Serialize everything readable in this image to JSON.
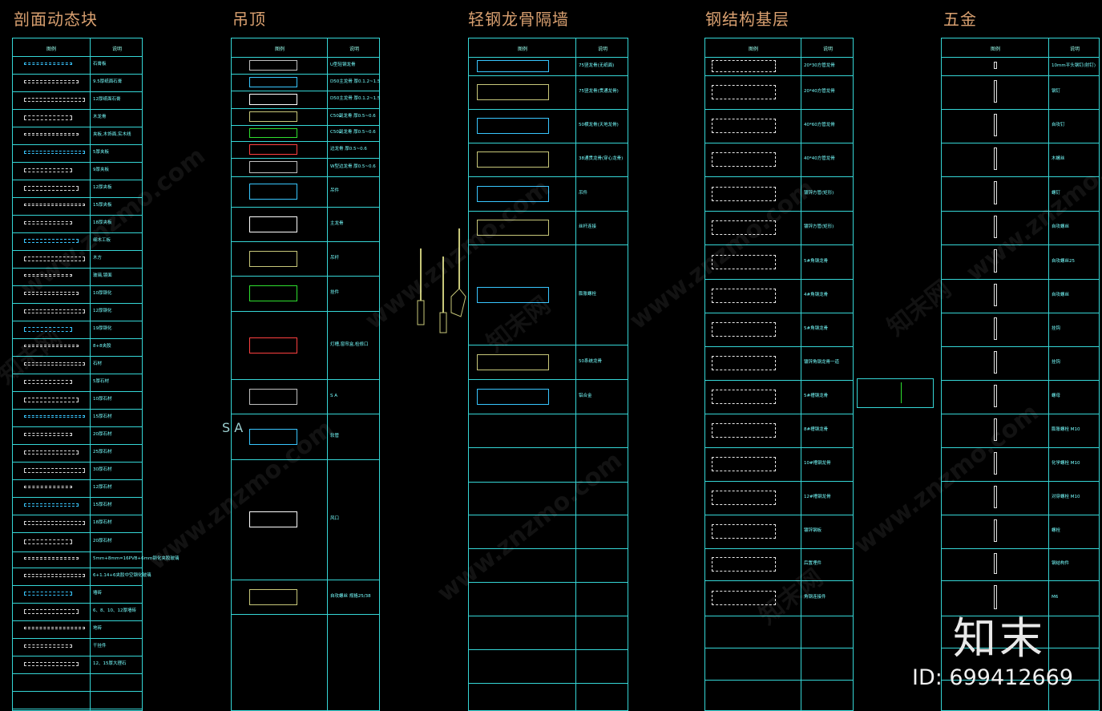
{
  "titles": [
    "剖面动态块",
    "吊顶",
    "轻钢龙骨隔墙",
    "钢结构基层",
    "五金"
  ],
  "col1": {
    "header": [
      "图例",
      "说明"
    ],
    "labels": [
      "石膏板",
      "9.5厚纸面石膏",
      "12厚纸面石膏",
      "木龙骨",
      "夹板,木饰面,实木线",
      "5厚夹板",
      "9厚夹板",
      "12厚夹板",
      "15厚夹板",
      "18厚夹板",
      "细木工板",
      "木方",
      "玻璃,镜面",
      "10厚钢化",
      "12厚钢化",
      "19厚钢化",
      "8+8夹胶",
      "石材",
      "5厚石材",
      "10厚石材",
      "15厚石材",
      "20厚石材",
      "25厚石材",
      "30厚石材",
      "12厚石材",
      "15厚石材",
      "18厚石材",
      "20厚石材",
      "5mm+8mm=16PVB+6mm钢化夹胶玻璃",
      "6+1.14+6夹胶中空钢化玻璃",
      "墙砖",
      "6、8、10、12厚墙砖",
      "地砖",
      "干挂件",
      "12、15厚大理石"
    ]
  },
  "col2": {
    "header": [
      "图例",
      "说明"
    ],
    "labels": [
      "U型轻钢龙骨",
      "D50主龙骨 厚0.1.2~1.5",
      "D50主龙骨 厚0.1.2~1.5",
      "C50副龙骨 厚0.5~0.6",
      "C50副龙骨 厚0.5~0.6",
      "边龙骨 厚0.5~0.6",
      "W型边龙骨 厚0.5~0.6",
      "吊件",
      "主龙骨",
      "吊杆",
      "挂件",
      "灯槽,窗帘盒,检修口",
      "S A",
      "软管",
      "风口",
      "自攻螺丝 规格25/38"
    ]
  },
  "col3": {
    "header": [
      "图例",
      "说明"
    ],
    "labels": [
      "75竖龙骨(无纸面)",
      "75竖龙骨(贯通龙骨)",
      "50横龙骨(天地龙骨)",
      "38通贯龙骨(穿心龙骨)",
      "吊件",
      "丝杆连接",
      "膨胀螺栓",
      "50系统龙骨",
      "铝合金"
    ]
  },
  "col4": {
    "header": [
      "图例",
      "说明"
    ],
    "labels": [
      "20*30方管龙骨",
      "20*40方管龙骨",
      "40*60方管龙骨",
      "40*40方管龙骨",
      "镀锌方管(矩形)",
      "镀锌方管(矩形)",
      "5#角钢龙骨",
      "4#角钢龙骨",
      "5#角钢龙骨",
      "镀锌角钢龙骨一道",
      "5#槽钢龙骨",
      "8#槽钢龙骨",
      "10#槽钢龙骨",
      "12#槽钢龙骨",
      "镀锌钢板",
      "后置埋件",
      "角钢连接件"
    ]
  },
  "col5": {
    "header": [
      "图例",
      "说明"
    ],
    "labels": [
      "10mm平头钢钉(射钉)",
      "钢钉",
      "自攻钉",
      "木螺丝",
      "螺钉",
      "自攻螺丝",
      "自攻螺丝25",
      "自攻螺丝",
      "挂钩",
      "挂钩",
      "螺母",
      "膨胀螺栓 M10",
      "化学螺栓 M10",
      "对穿螺栓 M10",
      "螺栓",
      "钢结构件",
      "M6"
    ]
  },
  "watermarks": [
    "www.znzmo.com",
    "知末网"
  ],
  "logo": "知末",
  "id_text": "ID: 699412669",
  "side_label": "S A",
  "colors": {
    "line": "#35d6d6",
    "title": "#d9a070",
    "background": "#000000"
  }
}
